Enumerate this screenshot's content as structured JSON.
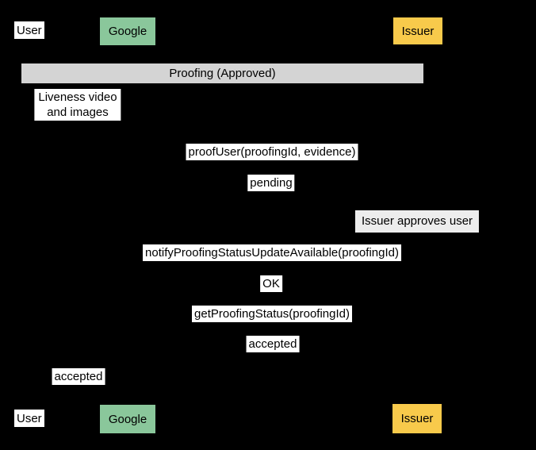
{
  "diagram": {
    "type": "sequence",
    "background": "#000000",
    "actors": {
      "user": {
        "label": "User",
        "fill": "#ffffff"
      },
      "google": {
        "label": "Google",
        "fill": "#8ac79b"
      },
      "issuer": {
        "label": "Issuer",
        "fill": "#f8ca4b"
      }
    },
    "frame": {
      "title": "Proofing (Approved)",
      "fill": "#d4d4d4"
    },
    "notes": {
      "liveness": {
        "line1": "Liveness video",
        "line2": "and images",
        "fill": "#ffffff"
      },
      "issuer_approval": {
        "text": "Issuer approves user",
        "fill": "#ededed"
      }
    },
    "messages": [
      {
        "text": "proofUser(proofingId, evidence)"
      },
      {
        "text": "pending"
      },
      {
        "text": "notifyProofingStatusUpdateAvailable(proofingId)"
      },
      {
        "text": "OK"
      },
      {
        "text": "getProofingStatus(proofingId)"
      },
      {
        "text": "accepted"
      },
      {
        "text": "accepted"
      }
    ]
  }
}
